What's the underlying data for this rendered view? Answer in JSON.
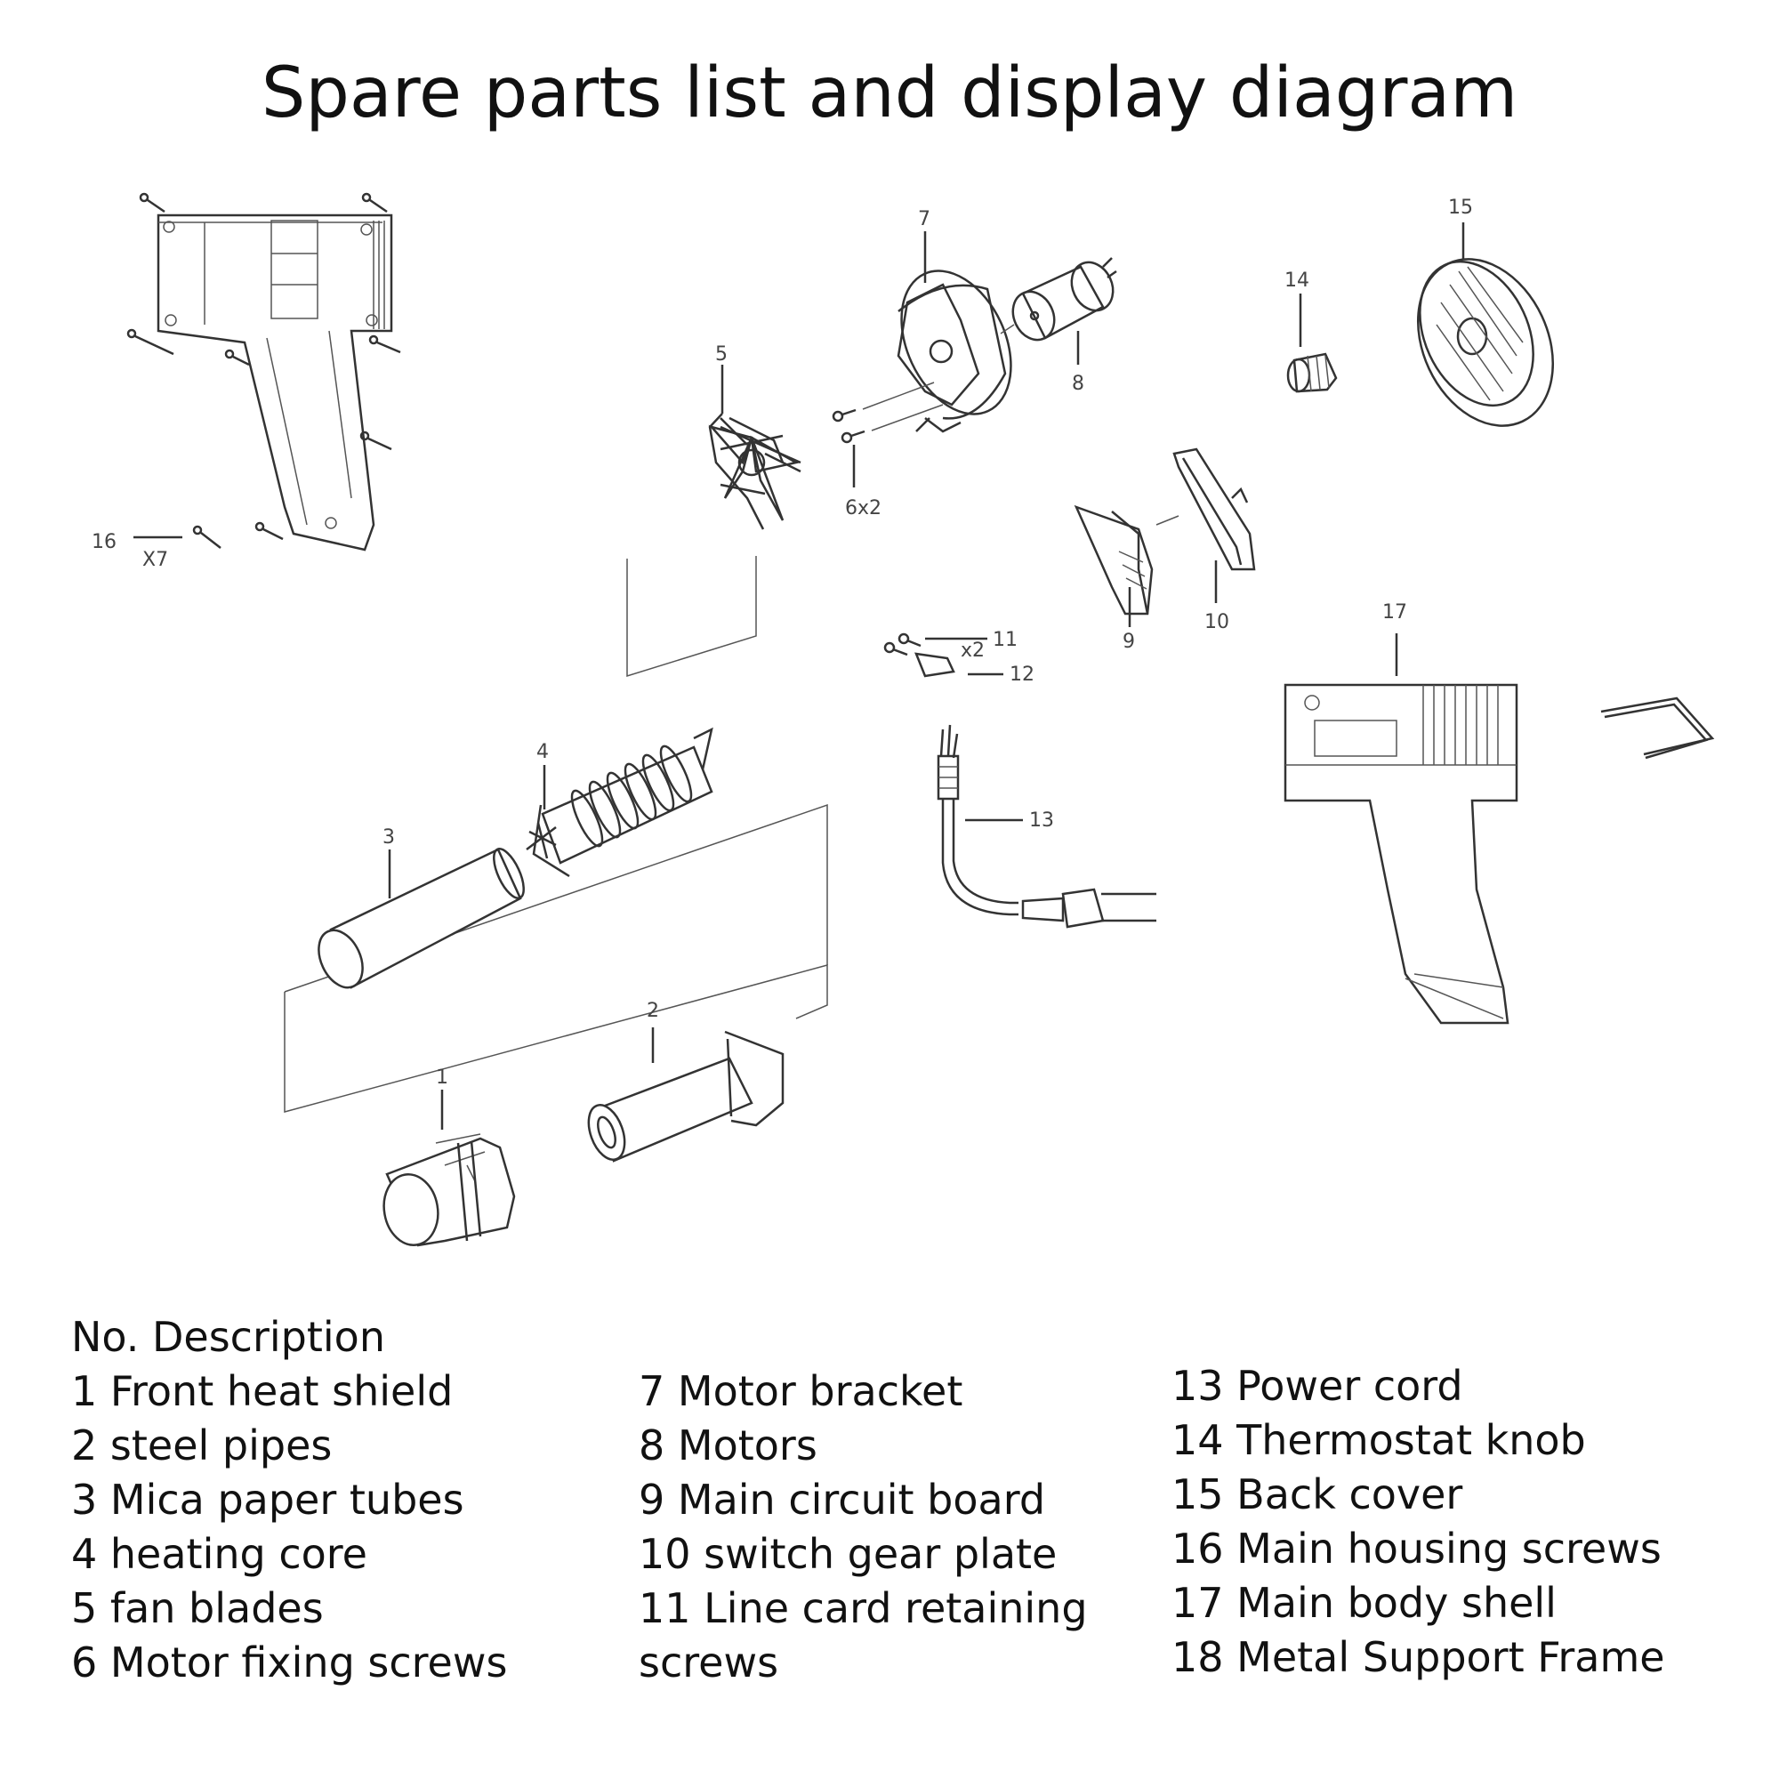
{
  "title": "Spare parts list and display diagram",
  "callouts": {
    "c1": "1",
    "c2": "2",
    "c3": "3",
    "c4": "4",
    "c5": "5",
    "c6": "6x2",
    "c7": "7",
    "c8": "8",
    "c9": "9",
    "c10": "10",
    "c11": "11",
    "c11_qty": "x2",
    "c12": "12",
    "c13": "13",
    "c14": "14",
    "c15": "15",
    "c16": "16",
    "c16_qty": "X7",
    "c17": "17"
  },
  "parts_list": {
    "header": "No. Description",
    "col1": [
      "1 Front heat shield",
      "2 steel pipes",
      "3 Mica paper tubes",
      "4 heating core",
      "5 fan blades",
      "6 Motor fixing screws"
    ],
    "col2": [
      "7 Motor bracket",
      "8 Motors",
      "9 Main circuit board",
      "10 switch gear plate",
      "11 Line card retaining",
      "screws"
    ],
    "col3": [
      "13 Power cord",
      "14 Thermostat knob",
      "15 Back cover",
      "16 Main housing screws",
      "17 Main body shell",
      "18 Metal Support Frame"
    ]
  }
}
